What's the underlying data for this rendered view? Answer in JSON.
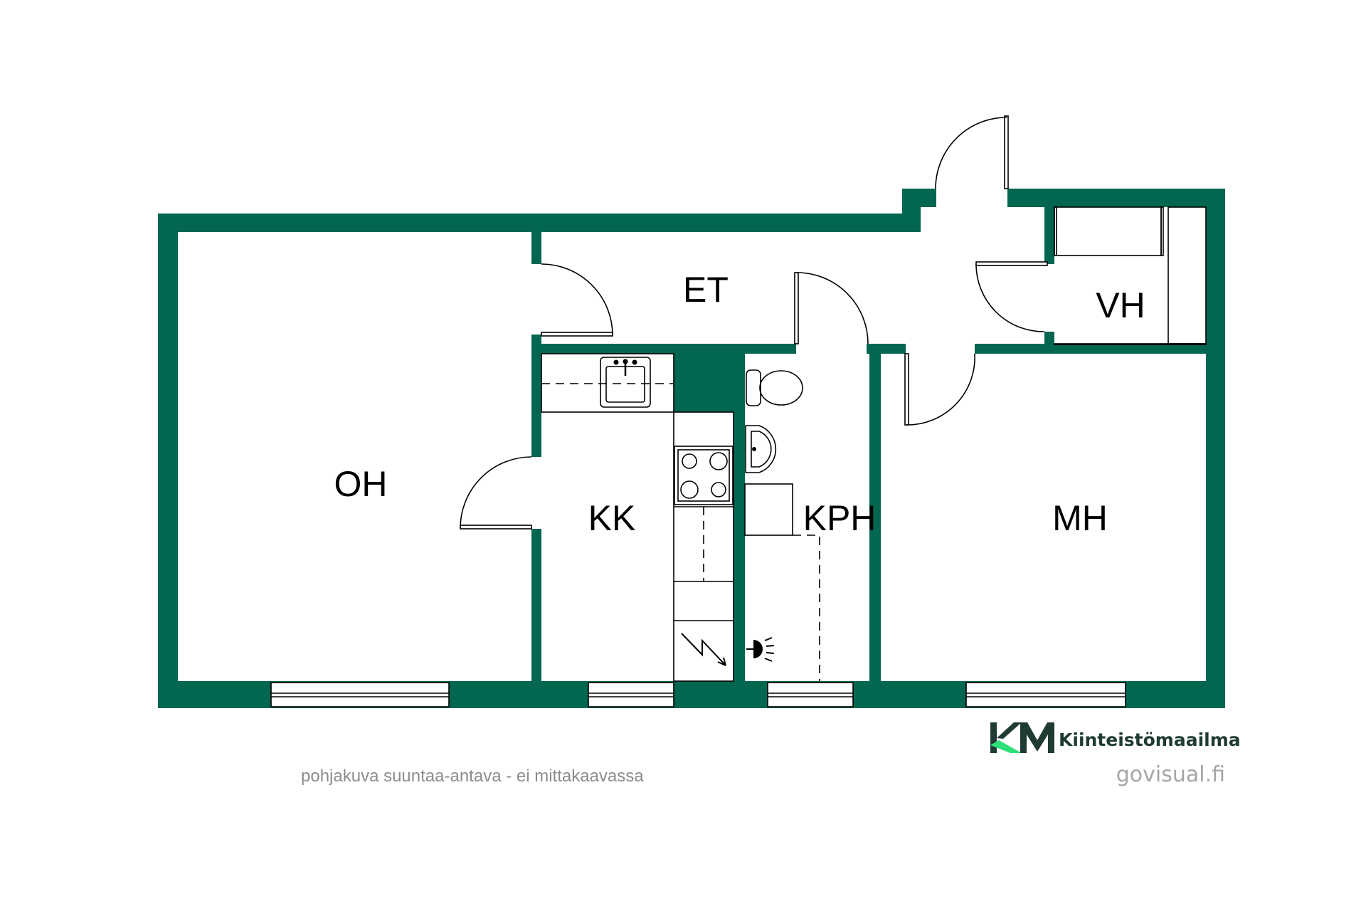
{
  "colors": {
    "wall": "#036650",
    "logo_dark": "#1f3b33",
    "logo_light": "#2ee07a",
    "caption": "#8c8c8c",
    "site": "#a6a6a6"
  },
  "rooms": {
    "oh": "OH",
    "et": "ET",
    "kk": "KK",
    "kph": "KPH",
    "vh": "VH",
    "mh": "MH"
  },
  "footer": {
    "disclaimer": "pohjakuva suuntaa-antava - ei mittakaavassa",
    "brand_mark": "KM",
    "brand_name": "Kiinteistömaailma",
    "site": "govisual.fi"
  },
  "icons": {
    "kitchen_sink": "sink-icon",
    "stove": "stove-icon",
    "toilet": "toilet-icon",
    "wash_basin": "wash-basin-icon",
    "shower": "shower-icon",
    "electric_panel": "lightning-icon"
  }
}
